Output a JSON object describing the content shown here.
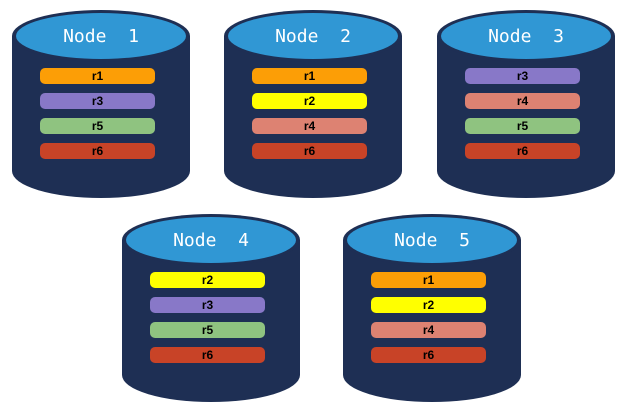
{
  "palette": {
    "background": "#FFFFFF",
    "cylinder_body": "#1E2F54",
    "cylinder_top": "#3097D4",
    "title_text": "#FFFFFF",
    "bar_text": "#000000",
    "regions": {
      "r1": "#FC9E06",
      "r2": "#FFFF00",
      "r3": "#8878C8",
      "r4": "#DD8272",
      "r5": "#8FC380",
      "r6": "#C84327"
    }
  },
  "nodes": [
    {
      "label": "Node  1",
      "replicas": [
        "r1",
        "r3",
        "r5",
        "r6"
      ]
    },
    {
      "label": "Node  2",
      "replicas": [
        "r1",
        "r2",
        "r4",
        "r6"
      ]
    },
    {
      "label": "Node  3",
      "replicas": [
        "r3",
        "r4",
        "r5",
        "r6"
      ]
    },
    {
      "label": "Node  4",
      "replicas": [
        "r2",
        "r3",
        "r5",
        "r6"
      ]
    },
    {
      "label": "Node  5",
      "replicas": [
        "r1",
        "r2",
        "r4",
        "r6"
      ]
    }
  ]
}
